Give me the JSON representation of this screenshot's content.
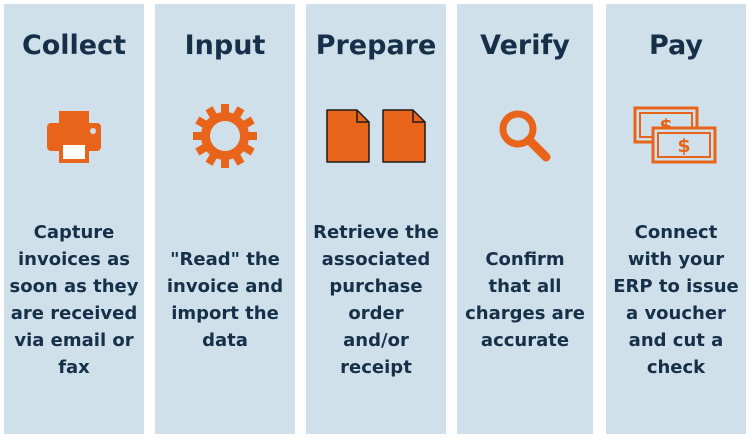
{
  "accent_color": "#e8641b",
  "text_color": "#16304a",
  "panel_color": "#cfe0ea",
  "steps": [
    {
      "title": "Collect",
      "icon": "printer-icon",
      "lines": [
        "Capture",
        "invoices as",
        "soon as they",
        "are received",
        "via email or",
        "fax"
      ]
    },
    {
      "title": "Input",
      "icon": "gear-icon",
      "lines": [
        "\"Read\" the",
        "invoice and",
        "import the",
        "data"
      ]
    },
    {
      "title": "Prepare",
      "icon": "document-icon",
      "lines": [
        "Retrieve the",
        "associated",
        "purchase",
        "order",
        "and/or",
        "receipt"
      ]
    },
    {
      "title": "Verify",
      "icon": "magnifier-icon",
      "lines": [
        "Confirm",
        "that all",
        "charges are",
        "accurate"
      ]
    },
    {
      "title": "Pay",
      "icon": "money-icon",
      "lines": [
        "Connect",
        "with your",
        "ERP to issue",
        "a voucher",
        "and cut a",
        "check"
      ]
    }
  ]
}
